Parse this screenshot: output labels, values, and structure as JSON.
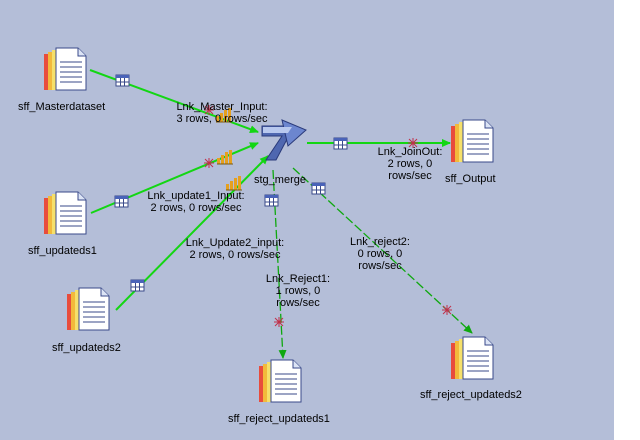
{
  "stages": {
    "master": {
      "name": "sff_Masterdataset",
      "icon": "sequential-file-icon"
    },
    "upd1": {
      "name": "sff_updateds1",
      "icon": "sequential-file-icon"
    },
    "upd2": {
      "name": "sff_updateds2",
      "icon": "sequential-file-icon"
    },
    "merge": {
      "name": "stg_merge",
      "icon": "merge-stage-icon"
    },
    "output": {
      "name": "sff_Output",
      "icon": "sequential-file-icon"
    },
    "rej1": {
      "name": "sff_reject_updateds1",
      "icon": "sequential-file-icon"
    },
    "rej2": {
      "name": "sff_reject_updateds2",
      "icon": "sequential-file-icon"
    }
  },
  "links": {
    "master": {
      "line1": "Lnk_Master_Input:",
      "line2": "3 rows, 0 rows/sec"
    },
    "upd1": {
      "line1": "Lnk_update1_Input:",
      "line2": "2 rows, 0 rows/sec"
    },
    "upd2": {
      "line1": "Lnk_Update2_input:",
      "line2": "2 rows, 0 rows/sec"
    },
    "join": {
      "line1": "Lnk_JoinOut:",
      "line2": "2 rows, 0",
      "line3": "rows/sec"
    },
    "rej1": {
      "line1": "Lnk_Reject1:",
      "line2": "1 rows, 0",
      "line3": "rows/sec"
    },
    "rej2": {
      "line1": "Lnk_reject2:",
      "line2": "0 rows, 0",
      "line3": "rows/sec"
    }
  },
  "colors": {
    "canvas": "#b4bed8",
    "link_active": "#13d613",
    "link_reject": "#0fa80f"
  }
}
